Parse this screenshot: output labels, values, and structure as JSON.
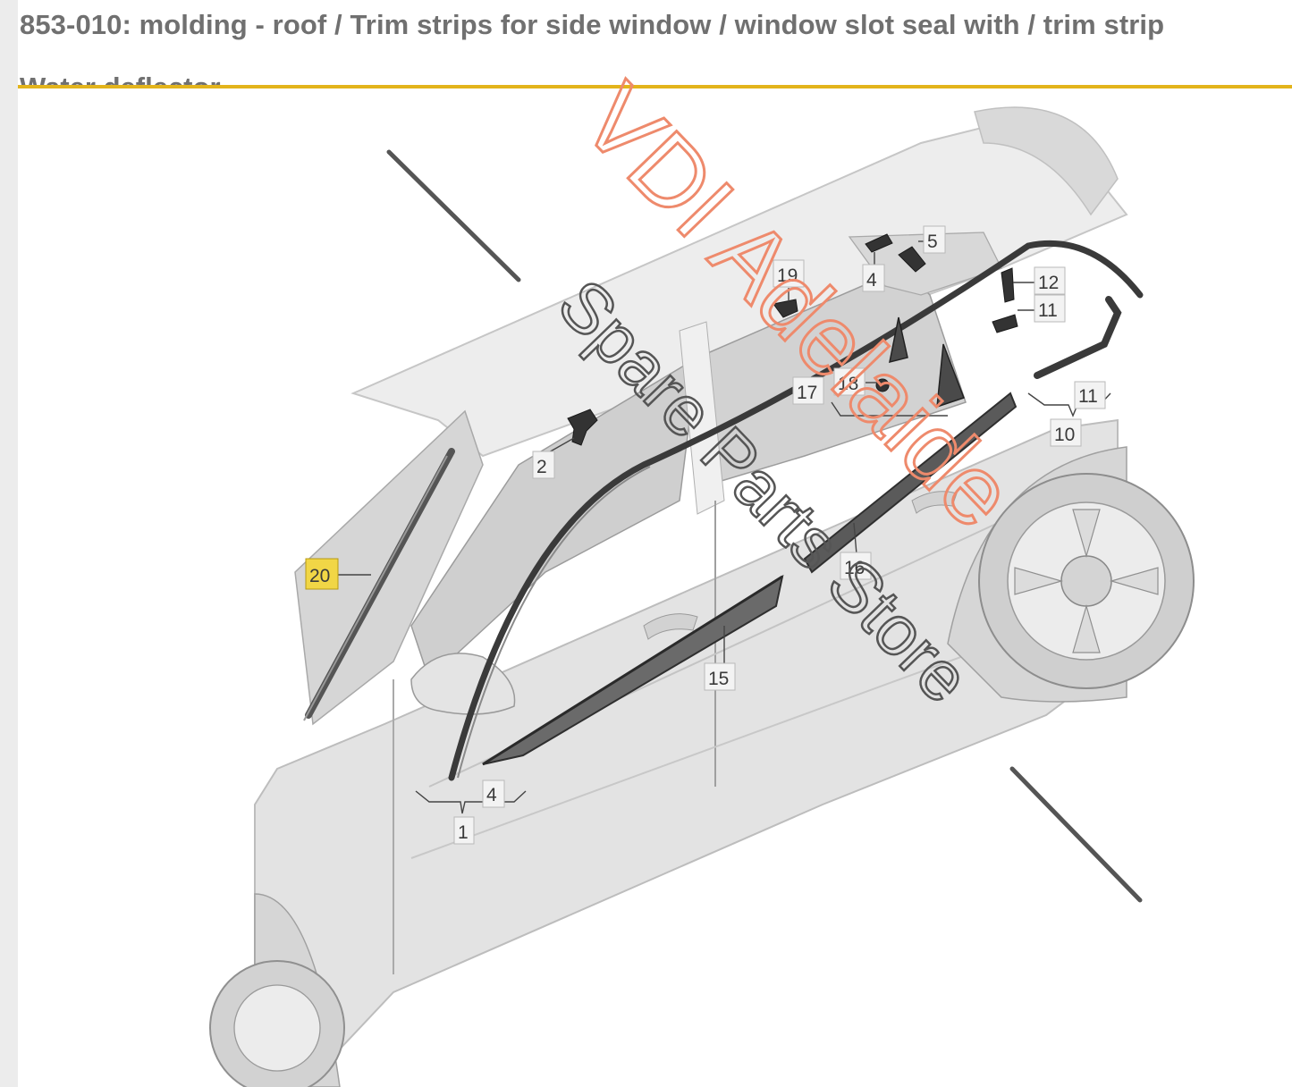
{
  "header": {
    "title": "853-010: molding - roof / Trim strips for side window / window slot seal with / trim strip",
    "title_continued": "Water deflector",
    "accent_color": "#e3b41b"
  },
  "diagram": {
    "subject": "car side view with roof molding and window trim strips",
    "callouts": [
      "1",
      "2",
      "4",
      "4",
      "5",
      "10",
      "11",
      "11",
      "12",
      "15",
      "16",
      "17",
      "18",
      "19",
      "20"
    ],
    "highlighted_callout": "20"
  },
  "watermark": {
    "line1": "VDI Adelaide",
    "line2": "Spare Parts Store",
    "color_line1": "#ee8a6c",
    "color_line2": "#555555"
  }
}
